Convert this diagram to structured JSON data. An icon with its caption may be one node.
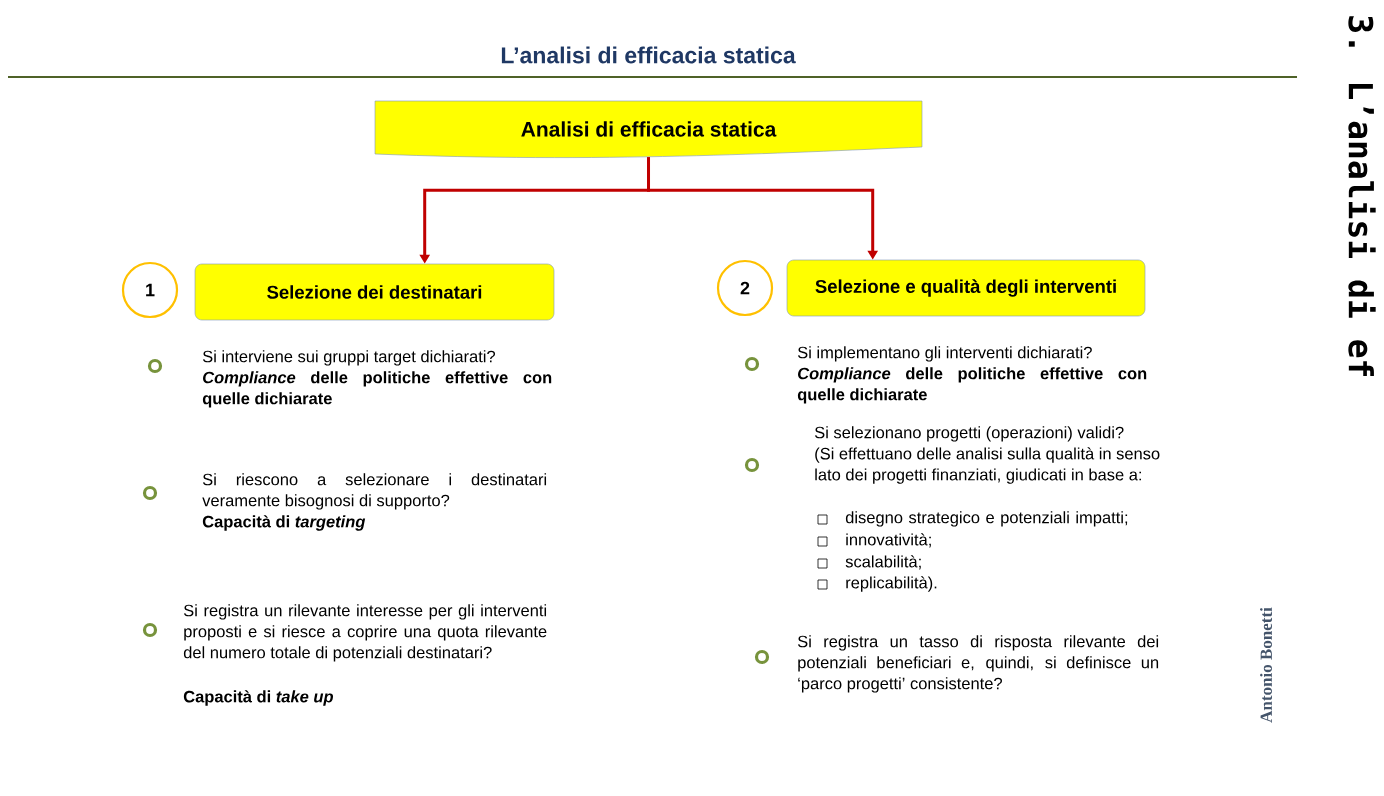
{
  "diagram": {
    "title": "L’analisi di efficacia statica",
    "nodes": [
      {
        "text": [
          "Analisi di efficacia statica"
        ]
      },
      {
        "text": [
          "1"
        ]
      },
      {
        "text": [
          "Selezione dei destinatari"
        ]
      },
      {
        "text": [
          "2"
        ]
      },
      {
        "text": [
          "Selezione e qualità degli interventi"
        ]
      }
    ],
    "edges": [
      {
        "from": 0,
        "to": 2,
        "arrow": "to"
      },
      {
        "from": 0,
        "to": 4,
        "arrow": "to"
      }
    ],
    "labels": [
      "Si interviene sui gruppi target dichiarati?",
      "*Compliance* delle politiche effettive con quelle dichiarate",
      "Si riescono a selezionare i destinatari veramente bisognosi di supporto?",
      "Capacità di *targeting*",
      "Si registra un rilevante interesse per gli interventi proposti e si riesce a coprire una quota rilevante del numero totale di potenziali destinatari?",
      "Capacità di *take up*",
      "Si implementano gli interventi dichiarati?",
      "*Compliance* delle politiche effettive con quelle dichiarate",
      "Si selezionano progetti (operazioni) validi?",
      "(Si effettuano delle analisi sulla qualità in senso lato dei progetti finanziati, giudicati in base a:",
      "disegno strategico e potenziali impatti;",
      "innovatività;",
      "scalabilità;",
      "replicabilità).",
      "Si registra un tasso di risposta rilevante dei potenziali beneficiari e, quindi, si definisce un ‘parco progetti’ consistente?",
      "Antonio Bonetti",
      "3. L’analisi di ef"
    ]
  }
}
